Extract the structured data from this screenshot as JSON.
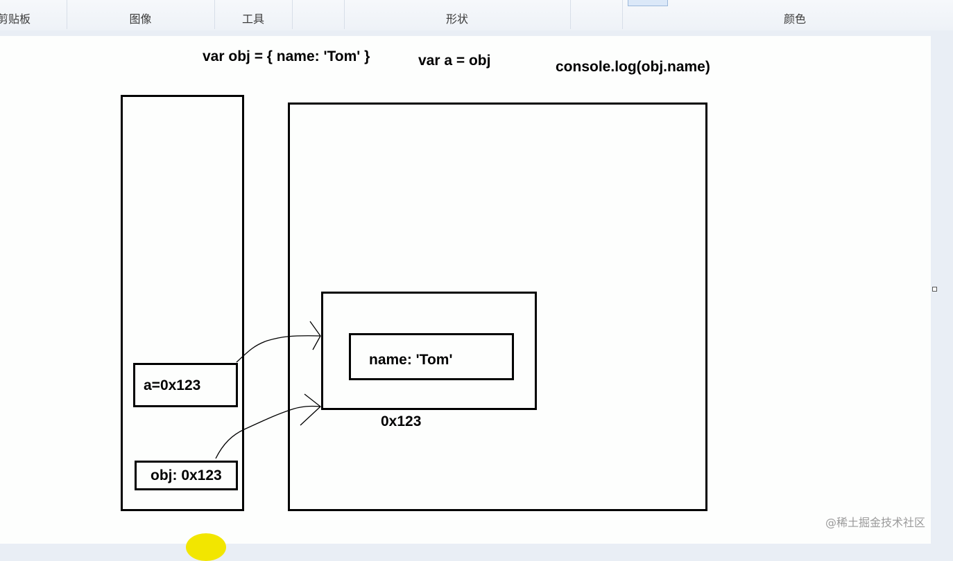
{
  "ribbon": {
    "groups": [
      {
        "label": "剪贴板"
      },
      {
        "label": "图像"
      },
      {
        "label": "工具"
      },
      {
        "label": ""
      },
      {
        "label": "形状"
      },
      {
        "label": ""
      },
      {
        "label": "颜色"
      }
    ]
  },
  "canvas": {
    "code_line_1": "var obj = { name: 'Tom' }",
    "code_line_2": "var a = obj",
    "code_line_3": "console.log(obj.name)",
    "stack_var_a": "a=0x123",
    "stack_var_obj": "obj: 0x123",
    "heap_object_property": "name: 'Tom'",
    "heap_object_address": "0x123"
  },
  "watermark": "@稀土掘金技术社区",
  "colors": {
    "ribbon_bg": "#eef2f7",
    "canvas_bg": "#fdfefd",
    "outline": "#000000",
    "cursor_highlight": "#f2e600"
  }
}
